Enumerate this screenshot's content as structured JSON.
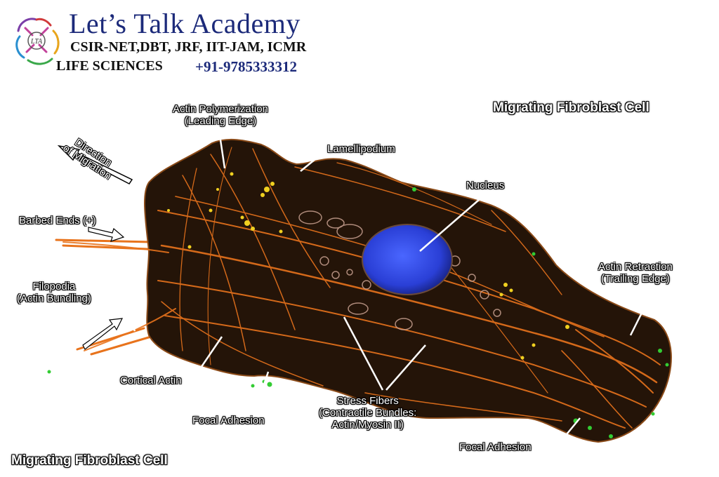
{
  "brand": {
    "title": "Let’s Talk Academy",
    "subtitle": "CSIR-NET,DBT, JRF, IIT-JAM, ICMR",
    "life_sciences": "LIFE SCIENCES",
    "phone": "+91-9785333312",
    "logo_text": "LTA"
  },
  "diagram": {
    "title_top": "Migrating Fibroblast Cell",
    "title_bottom": "Migrating Fibroblast Cell",
    "direction": {
      "line1": "Direction",
      "line2": "of Migration"
    },
    "labels": {
      "actin_poly": {
        "line1": "Actin Polymerization",
        "line2": "(Leading Edge)"
      },
      "lamellipodium": "Lamellipodium",
      "nucleus": "Nucleus",
      "barbed_ends": "Barbed Ends (+)",
      "filopodia": {
        "line1": "Filopodia",
        "line2": "(Actin Bundling)"
      },
      "actin_retraction": {
        "line1": "Actin Retraction",
        "line2": "(Trailing Edge)"
      },
      "cortical_actin": "Cortical Actin",
      "focal_adhesion_left": "Focal Adhesion",
      "focal_adhesion_right": "Focal Adhesion",
      "stress_fibers": {
        "line1": "Stress Fibers",
        "line2": "(Contractile Bundles:",
        "line3": "Actin/Myosin II)"
      }
    },
    "colors": {
      "cell_body": "#241408",
      "actin": "#e8731c",
      "nucleus": "#2a3fd6",
      "adhesion": "#33cc33",
      "puncta": "#f0d020"
    }
  }
}
